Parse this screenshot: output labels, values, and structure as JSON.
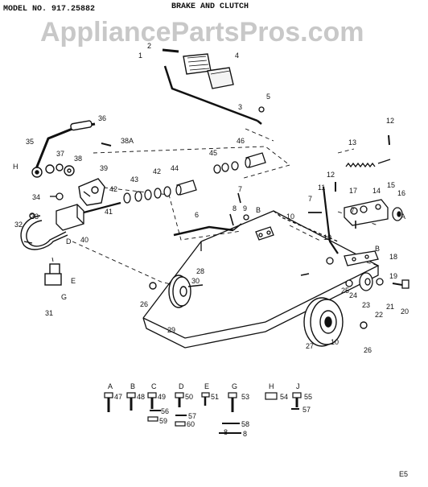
{
  "header": {
    "model": "MODEL NO. 917.25882",
    "title": "BRAKE AND CLUTCH"
  },
  "watermark": "AppliancePartsPros.com",
  "page_code": "E5",
  "callouts": [
    "1",
    "2",
    "3",
    "4",
    "5",
    "6",
    "7",
    "7",
    "7",
    "8",
    "8",
    "9",
    "10",
    "10",
    "10",
    "11",
    "12",
    "12",
    "13",
    "14",
    "15",
    "16",
    "17",
    "18",
    "19",
    "20",
    "21",
    "22",
    "23",
    "24",
    "25",
    "26",
    "26",
    "27",
    "28",
    "29",
    "30",
    "31",
    "32",
    "33",
    "34",
    "35",
    "36",
    "37",
    "38",
    "38A",
    "39",
    "40",
    "41",
    "42",
    "42",
    "43",
    "44",
    "45",
    "46",
    "A",
    "B",
    "B",
    "D",
    "E",
    "G",
    "H"
  ],
  "hardware_legend": [
    {
      "letter": "A",
      "part": "47"
    },
    {
      "letter": "B",
      "part": "48"
    },
    {
      "letter": "C",
      "part": "49"
    },
    {
      "letter": "D",
      "part": "50"
    },
    {
      "letter": "E",
      "part": "51"
    },
    {
      "letter": "G",
      "part": "53"
    },
    {
      "letter": "H",
      "part": "54"
    },
    {
      "letter": "J",
      "part": "55"
    }
  ],
  "loose_parts": [
    "56",
    "57",
    "57",
    "58",
    "59",
    "60",
    "8"
  ],
  "colors": {
    "ink": "#111111",
    "watermark": "#c8c8c8",
    "paper": "#ffffff"
  }
}
